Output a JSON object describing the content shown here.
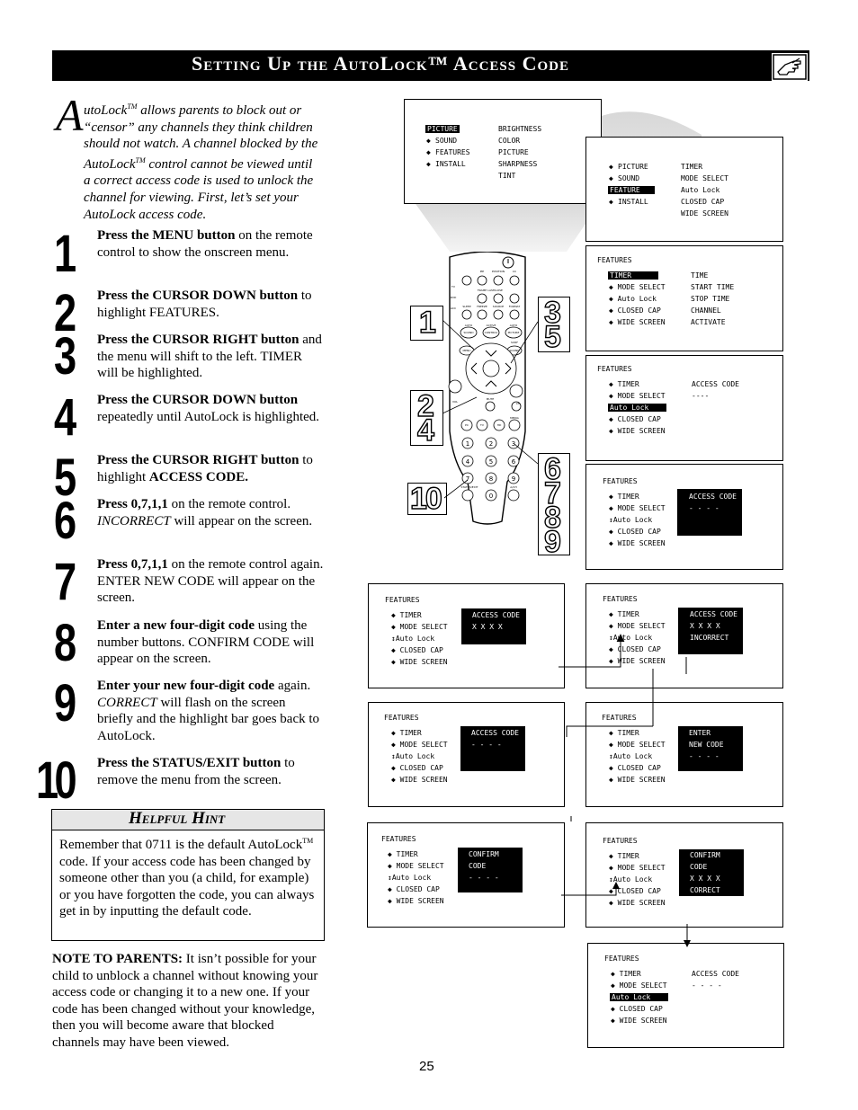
{
  "header": {
    "title": "Setting Up the AutoLock™ Access Code"
  },
  "intro": {
    "dropcap": "A",
    "line1": "utoLock",
    "line1_tm": "TM",
    "line1_rest": " allows parents to block out or “censor” any channels they think children should not watch.  A channel blocked by the AutoLock",
    "tm2": "TM",
    "rest": " control cannot be viewed until a correct access code is used to unlock the channel for viewing.  First, let’s set your AutoLock access code."
  },
  "steps": [
    {
      "num": "1",
      "bold": "Press the MENU button",
      "text": " on the remote control to show the onscreen menu."
    },
    {
      "num": "2",
      "bold": "Press the CURSOR DOWN button",
      "text": " to highlight FEATURES."
    },
    {
      "num": "3",
      "bold": "Press the CURSOR RIGHT button",
      "text": " and the menu will shift to the left. TIMER will be highlighted."
    },
    {
      "num": "4",
      "bold": "Press the CURSOR DOWN button",
      "text": " repeatedly until AutoLock is highlighted."
    },
    {
      "num": "5",
      "bold": "Press the CURSOR RIGHT button",
      "text": " to highlight ",
      "bold2": "ACCESS CODE."
    },
    {
      "num": "6",
      "bold": "Press 0,7,1,1",
      "text": " on the remote control. ",
      "ital": "INCORRECT",
      "text2": " will appear on the screen."
    },
    {
      "num": "7",
      "bold": "Press 0,7,1,1",
      "text": " on the remote control again. ENTER NEW CODE will appear on the screen."
    },
    {
      "num": "8",
      "bold": "Enter a new four-digit code",
      "text": " using the number buttons.  CONFIRM CODE will appear on the screen."
    },
    {
      "num": "9",
      "bold": "Enter your new four-digit code",
      "text": " again. ",
      "ital": "CORRECT",
      "text2": " will flash on the screen briefly and the highlight bar goes back to AutoLock."
    },
    {
      "num": "10",
      "bold": "Press the STATUS/EXIT button",
      "text": " to remove the menu from the screen."
    }
  ],
  "hint": {
    "title": "Helpful Hint",
    "body_a": "Remember that 0711 is the default AutoLock",
    "tm": "TM",
    "body_b": " code.  If your access code has been changed by someone other than you (a child, for example) or you have forgotten the code, you can always get in by inputting the default code."
  },
  "note": {
    "bold": "NOTE TO PARENTS:",
    "text": "  It isn’t possible for your child to unblock a channel without knowing your access code or changing it to a new one.  If your code has been changed without your knowledge,  then you will become aware that blocked channels may have been viewed."
  },
  "page_number": "25",
  "remote_callouts": [
    "1",
    "2",
    "4",
    "3",
    "5",
    "6",
    "7",
    "8",
    "9",
    "10"
  ],
  "remote_labels": {
    "pip": "PIP",
    "position": "POSITION",
    "cc": "CC",
    "tv": "TV",
    "dvd": "DVD",
    "acc": "ACC",
    "frame": "FRAME",
    "last": "LAST",
    "close": "CLOSE",
    "sleep": "SLEEP",
    "freeze": "FREEZE",
    "source": "SOURCE",
    "format": "FORMAT",
    "auto": "AUTO",
    "active": "ACTIVE",
    "auto2": "AUTO",
    "sound": "SOUND",
    "control": "CONTROL",
    "picture": "PICTURE",
    "surf": "SURF",
    "menu": "MENU",
    "sound2": "SOUND",
    "vol": "VOL",
    "mute": "MUTE",
    "ch": "CH",
    "pc": "PC",
    "tvb": "TV",
    "hd": "HD",
    "media": "MEDIA",
    "status": "STATUS/EXIT",
    "a_ch": "A/CH",
    "digits": [
      "1",
      "2",
      "3",
      "4",
      "5",
      "6",
      "7",
      "8",
      "9",
      "0"
    ]
  },
  "screens": {
    "s0": {
      "left": [
        "PICTURE",
        "SOUND",
        "FEATURES",
        "INSTALL"
      ],
      "right": [
        "BRIGHTNESS",
        "COLOR",
        "PICTURE",
        "SHARPNESS",
        "TINT"
      ]
    },
    "s1": {
      "left": [
        "PICTURE",
        "SOUND",
        "FEATURE",
        "INSTALL"
      ],
      "right": [
        "TIMER",
        "MODE SELECT",
        "Auto Lock",
        "CLOSED CAP",
        "WIDE SCREEN"
      ]
    },
    "features_header": "FEATURES",
    "feat_items": [
      "TIMER",
      "MODE SELECT",
      "Auto Lock",
      "CLOSED CAP",
      "WIDE SCREEN"
    ],
    "s2_right": [
      "TIME",
      "START TIME",
      "STOP TIME",
      "CHANNEL",
      "ACTIVATE"
    ],
    "access_code": "ACCESS CODE",
    "dashes4": "----",
    "dashes_spaced": "- - - -",
    "xxxx": "X X X X",
    "incorrect": "INCORRECT",
    "enter": "ENTER",
    "new_code": "NEW CODE",
    "confirm": "CONFIRM",
    "code": "CODE",
    "correct": "CORRECT"
  },
  "colors": {
    "title_bar": "#000000",
    "hint_header": "#e6e6e6"
  }
}
